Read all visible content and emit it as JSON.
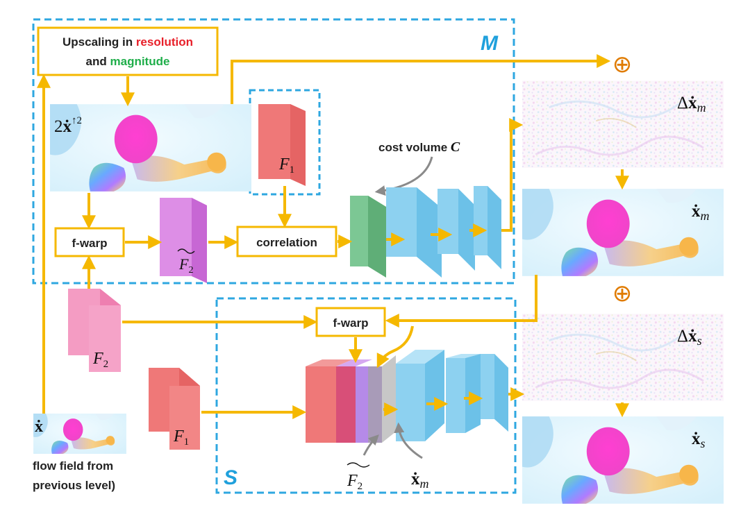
{
  "colors": {
    "arrow": "#f5b800",
    "dashed_box": "#2ea7e0",
    "module_label": "#1fa0dc",
    "resolution": "#e8202a",
    "magnitude": "#1fae4a",
    "gray_arrow": "#8a8a8a"
  },
  "modules": {
    "m_label": "M",
    "s_label": "S"
  },
  "upscale_box": {
    "line1_prefix": "Upscaling in ",
    "line1_highlight": "resolution",
    "line2_prefix": "and ",
    "line2_highlight": "magnitude"
  },
  "upscaled_flow": {
    "factor": "2",
    "symbol": "ẋ",
    "superscript": "↑2"
  },
  "blocks": {
    "fwarp_m": "f-warp",
    "fwarp_s": "f-warp",
    "correlation": "correlation",
    "cost_volume": "cost volume ",
    "cost_volume_symbol": "C",
    "f1_sub": "1",
    "f2_sub": "2",
    "feature_letter": "F"
  },
  "flow_images": {
    "delta_m": {
      "prefix": "Δ",
      "symbol": "ẋ",
      "sub": "m"
    },
    "x_m": {
      "symbol": "ẋ",
      "sub": "m"
    },
    "delta_s": {
      "prefix": "Δ",
      "symbol": "ẋ",
      "sub": "s"
    },
    "x_s": {
      "symbol": "ẋ",
      "sub": "s"
    }
  },
  "input_flow": {
    "symbol": "ẋ",
    "caption_line1": "flow field from",
    "caption_line2": "previous level)"
  },
  "bottom_labels": {
    "xm_symbol": "ẋ",
    "xm_sub": "m"
  },
  "plus_symbol": "⊕"
}
